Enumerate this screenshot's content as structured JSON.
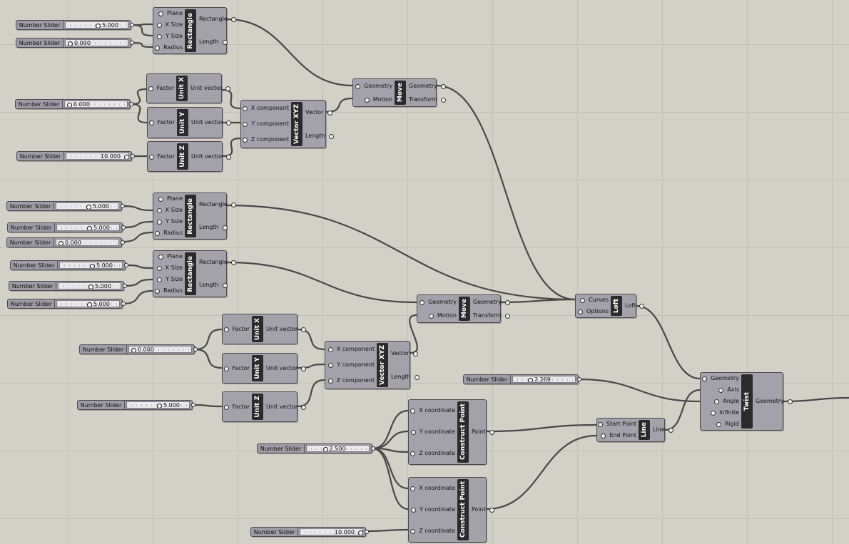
{
  "components": [
    {
      "id": "rect1",
      "title": "Rectangle",
      "inputs": [
        "Plane",
        "X Size",
        "Y Size",
        "Radius"
      ],
      "outputs": [
        "Rectangle",
        "Length"
      ]
    },
    {
      "id": "unitx1",
      "title": "Unit X",
      "inputs": [
        "Factor"
      ],
      "outputs": [
        "Unit vector"
      ]
    },
    {
      "id": "unity1",
      "title": "Unit Y",
      "inputs": [
        "Factor"
      ],
      "outputs": [
        "Unit vector"
      ]
    },
    {
      "id": "unitz1",
      "title": "Unit Z",
      "inputs": [
        "Factor"
      ],
      "outputs": [
        "Unit vector"
      ]
    },
    {
      "id": "vec1",
      "title": "Vector XYZ",
      "inputs": [
        "X component",
        "Y component",
        "Z component"
      ],
      "outputs": [
        "Vector",
        "Length"
      ]
    },
    {
      "id": "move1",
      "title": "Move",
      "inputs": [
        "Geometry",
        "Motion"
      ],
      "outputs": [
        "Geometry",
        "Transform"
      ]
    },
    {
      "id": "rect2",
      "title": "Rectangle",
      "inputs": [
        "Plane",
        "X Size",
        "Y Size",
        "Radius"
      ],
      "outputs": [
        "Rectangle",
        "Length"
      ]
    },
    {
      "id": "rect3",
      "title": "Rectangle",
      "inputs": [
        "Plane",
        "X Size",
        "Y Size",
        "Radius"
      ],
      "outputs": [
        "Rectangle",
        "Length"
      ]
    },
    {
      "id": "move2",
      "title": "Move",
      "inputs": [
        "Geometry",
        "Motion"
      ],
      "outputs": [
        "Geometry",
        "Transform"
      ]
    },
    {
      "id": "loft",
      "title": "Loft",
      "inputs": [
        "Curves",
        "Options"
      ],
      "outputs": [
        "Loft"
      ]
    },
    {
      "id": "unitx2",
      "title": "Unit X",
      "inputs": [
        "Factor"
      ],
      "outputs": [
        "Unit vector"
      ]
    },
    {
      "id": "unity2",
      "title": "Unit Y",
      "inputs": [
        "Factor"
      ],
      "outputs": [
        "Unit vector"
      ]
    },
    {
      "id": "unitz2",
      "title": "Unit Z",
      "inputs": [
        "Factor"
      ],
      "outputs": [
        "Unit vector"
      ]
    },
    {
      "id": "vec2",
      "title": "Vector XYZ",
      "inputs": [
        "X component",
        "Y component",
        "Z component"
      ],
      "outputs": [
        "Vector",
        "Length"
      ]
    },
    {
      "id": "twist",
      "title": "Twist",
      "inputs": [
        "Geometry",
        "Axis",
        "Angle",
        "Infinite",
        "Rigid"
      ],
      "outputs": [
        "Geometry"
      ]
    },
    {
      "id": "pt1",
      "title": "Construct Point",
      "inputs": [
        "X coordinate",
        "Y coordinate",
        "Z coordinate"
      ],
      "outputs": [
        "Point"
      ]
    },
    {
      "id": "line",
      "title": "Line",
      "inputs": [
        "Start Point",
        "End Point"
      ],
      "outputs": [
        "Line"
      ]
    },
    {
      "id": "pt2",
      "title": "Construct Point",
      "inputs": [
        "X coordinate",
        "Y coordinate",
        "Z coordinate"
      ],
      "outputs": [
        "Point"
      ]
    }
  ],
  "sliders": [
    {
      "id": "s1",
      "label": "Number Slider",
      "value": "5.000",
      "fraction": 0.5
    },
    {
      "id": "s2",
      "label": "Number Slider",
      "value": "0.000",
      "fraction": 0.0
    },
    {
      "id": "s3",
      "label": "Number Slider",
      "value": "0.000",
      "fraction": 0.0
    },
    {
      "id": "s4",
      "label": "Number Slider",
      "value": "10.000",
      "fraction": 1.0
    },
    {
      "id": "s5",
      "label": "Number Slider",
      "value": "5.000",
      "fraction": 0.5
    },
    {
      "id": "s6",
      "label": "Number Slider",
      "value": "5.000",
      "fraction": 0.5
    },
    {
      "id": "s7",
      "label": "Number Slider",
      "value": "0.000",
      "fraction": 0.0
    },
    {
      "id": "s8",
      "label": "Number Slider",
      "value": "5.000",
      "fraction": 0.5
    },
    {
      "id": "s9",
      "label": "Number Slider",
      "value": "5.000",
      "fraction": 0.5
    },
    {
      "id": "s10",
      "label": "Number Slider",
      "value": "5.000",
      "fraction": 0.5
    },
    {
      "id": "s11",
      "label": "Number Slider",
      "value": "0.000",
      "fraction": 0.0
    },
    {
      "id": "s12",
      "label": "Number Slider",
      "value": "5.000",
      "fraction": 0.5
    },
    {
      "id": "s13",
      "label": "Number Slider",
      "value": "2.269",
      "fraction": 0.23
    },
    {
      "id": "s14",
      "label": "Number Slider",
      "value": "2.500",
      "fraction": 0.25
    },
    {
      "id": "s15",
      "label": "Number Slider",
      "value": "10.000",
      "fraction": 1.0
    }
  ],
  "colors": {
    "canvas": "#d3d0c7",
    "grid": "#c2bfb5",
    "component": "#a3a2ab",
    "title_bar": "#2b2b2b",
    "wire": "#4a4845"
  }
}
